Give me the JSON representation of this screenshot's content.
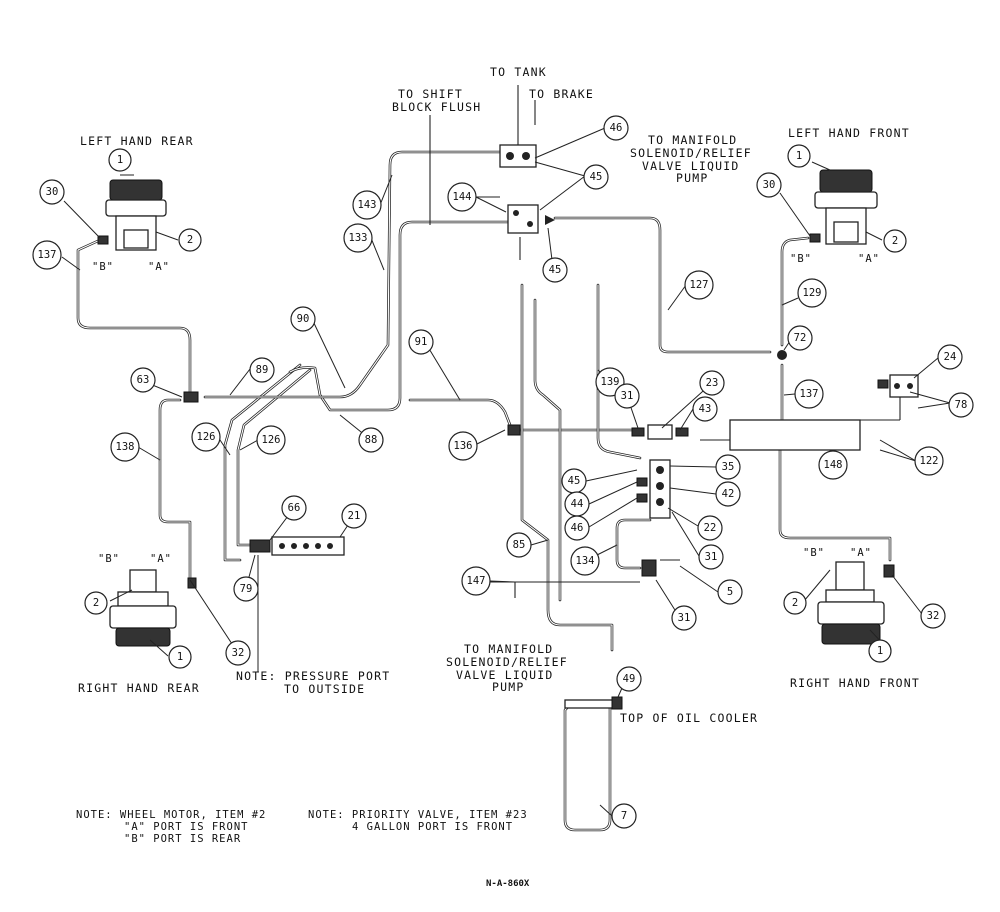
{
  "labels": {
    "to_tank": "TO TANK",
    "to_brake": "TO BRAKE",
    "to_shift_1": "TO SHIFT",
    "to_shift_2": "BLOCK FLUSH",
    "manifold_top_1": "TO MANIFOLD",
    "manifold_top_2": "SOLENOID/RELIEF",
    "manifold_top_3": "VALVE LIQUID",
    "manifold_top_4": "PUMP",
    "left_hand_rear": "LEFT HAND REAR",
    "left_hand_front": "LEFT HAND FRONT",
    "right_hand_rear": "RIGHT HAND REAR",
    "right_hand_front": "RIGHT HAND FRONT",
    "port_b": "\"B\"",
    "port_a": "\"A\"",
    "note_pressure_1": "NOTE: PRESSURE PORT",
    "note_pressure_2": "TO OUTSIDE",
    "manifold_bot_1": "TO MANIFOLD",
    "manifold_bot_2": "SOLENOID/RELIEF",
    "manifold_bot_3": "VALVE LIQUID",
    "manifold_bot_4": "PUMP",
    "top_of_cooler": "TOP OF OIL COOLER",
    "note1_1": "NOTE:  WHEEL MOTOR, ITEM #2",
    "note1_2": "\"A\" PORT IS FRONT",
    "note1_3": "\"B\" PORT IS REAR",
    "note2_1": "NOTE:  PRIORITY VALVE, ITEM #23",
    "note2_2": "4 GALLON PORT IS FRONT",
    "drawing_code": "N-A-860X"
  },
  "items": {
    "i1_lhr": "1",
    "i2_lhr": "2",
    "i30_lhr": "30",
    "i137_lhr": "137",
    "i1_lhf": "1",
    "i2_lhf": "2",
    "i30_lhf": "30",
    "i129": "129",
    "i72": "72",
    "i137_r": "137",
    "i24": "24",
    "i78": "78",
    "i148": "148",
    "i122": "122",
    "i46_top": "46",
    "i45_top": "45",
    "i144": "144",
    "i45_mid": "45",
    "i143": "143",
    "i133_top": "133",
    "i127": "127",
    "i90": "90",
    "i91": "91",
    "i89": "89",
    "i63": "63",
    "i88": "88",
    "i136": "136",
    "i138": "138",
    "i126_a": "126",
    "i126_b": "126",
    "i66": "66",
    "i21": "21",
    "i79": "79",
    "i32_rhr": "32",
    "i2_rhr": "2",
    "i1_rhr": "1",
    "i139": "139",
    "i31_a": "31",
    "i23": "23",
    "i43": "43",
    "i35": "35",
    "i42": "42",
    "i22": "22",
    "i45_low": "45",
    "i44": "44",
    "i46_low": "46",
    "i31_b": "31",
    "i134": "134",
    "i85": "85",
    "i147": "147",
    "i5": "5",
    "i31_c": "31",
    "i49": "49",
    "i7": "7",
    "i2_rhf": "2",
    "i1_rhf": "1",
    "i32_rhf": "32"
  }
}
